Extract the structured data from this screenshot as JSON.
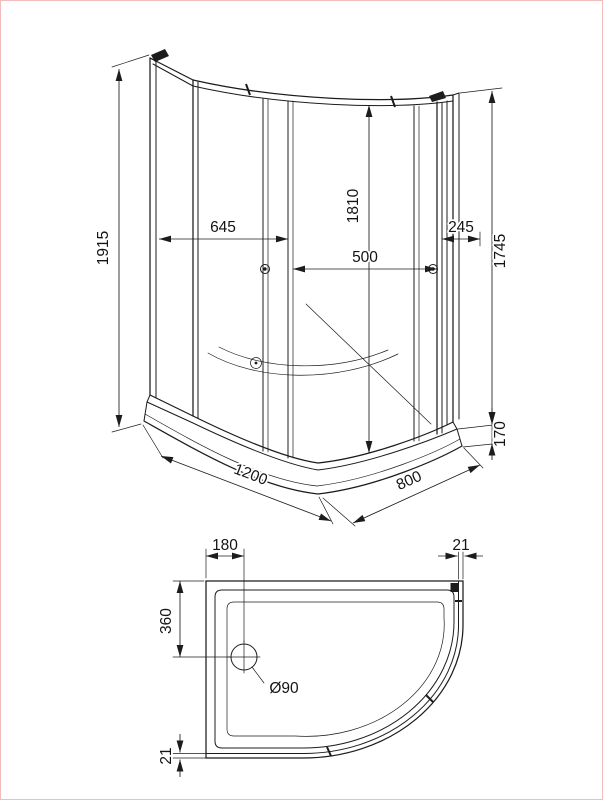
{
  "meta": {
    "drawing_type": "shower enclosure technical drawing",
    "line_color": "#1c1c1c",
    "frame_color": "#f0bcbc",
    "background": "#ffffff"
  },
  "front_view": {
    "name": "shower enclosure perspective view",
    "dims": {
      "overall_height": "1915",
      "left_section_width": "645",
      "glass_door_height": "1810",
      "door_opening_width": "500",
      "right_section_width": "245",
      "screen_height": "1745",
      "tray_height": "170",
      "tray_width": "1200",
      "tray_depth": "800"
    }
  },
  "plan_view": {
    "name": "shower tray plan view",
    "dims": {
      "drain_offset_left": "180",
      "profile_offset_right": "21",
      "drain_offset_top": "360",
      "drain_diameter": "Ø90",
      "profile_offset_bottom": "21"
    }
  }
}
